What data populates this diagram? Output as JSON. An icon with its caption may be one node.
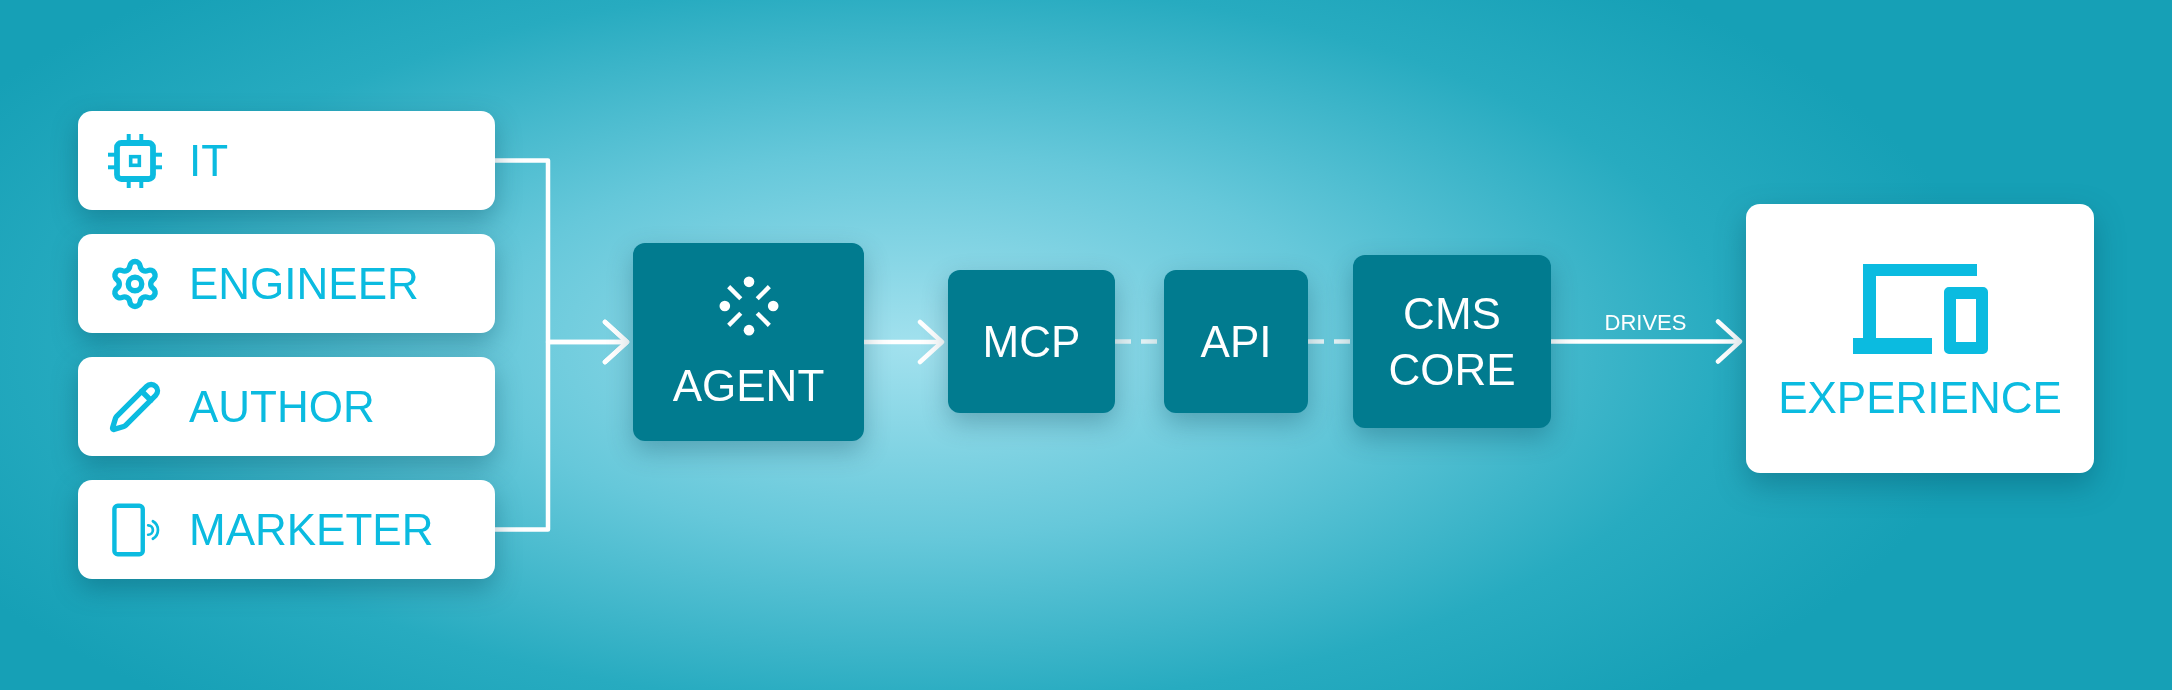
{
  "diagram": {
    "nodes": [
      {
        "text": [
          "IT"
        ]
      },
      {
        "text": [
          "ENGINEER"
        ]
      },
      {
        "text": [
          "AUTHOR"
        ]
      },
      {
        "text": [
          "MARKETER"
        ]
      },
      {
        "text": [
          "AGENT"
        ]
      },
      {
        "text": [
          "MCP"
        ]
      },
      {
        "text": [
          "API"
        ]
      },
      {
        "text": [
          "CMS CORE"
        ]
      },
      {
        "text": [
          "EXPERIENCE"
        ]
      }
    ],
    "edges": [
      {
        "from": 0,
        "to": 4,
        "arrow": "to"
      },
      {
        "from": 3,
        "to": 4,
        "arrow": "to"
      },
      {
        "from": 4,
        "to": 5,
        "arrow": "to"
      },
      {
        "from": 5,
        "to": 6,
        "arrow": "none",
        "style": "dashed"
      },
      {
        "from": 6,
        "to": 7,
        "arrow": "none",
        "style": "dashed"
      },
      {
        "from": 7,
        "to": 8,
        "arrow": "to",
        "label": "DRIVES"
      }
    ]
  }
}
